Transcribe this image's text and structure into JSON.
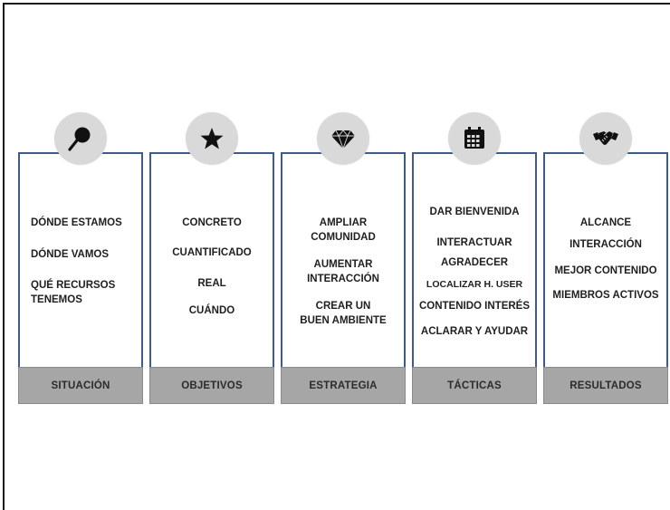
{
  "columns": [
    {
      "footer": "SITUACIÓN",
      "icon": "search-icon",
      "items": [
        "DÓNDE ESTAMOS",
        "DÓNDE VAMOS",
        "QUÉ RECURSOS",
        "TENEMOS"
      ]
    },
    {
      "footer": "OBJETIVOS",
      "icon": "star-icon",
      "items": [
        "CONCRETO",
        "CUANTIFICADO",
        "REAL",
        "CUÁNDO"
      ]
    },
    {
      "footer": "ESTRATEGIA",
      "icon": "diamond-icon",
      "items": [
        "AMPLIAR",
        "COMUNIDAD",
        "AUMENTAR",
        "INTERACCIÓN",
        "CREAR UN",
        "BUEN AMBIENTE"
      ]
    },
    {
      "footer": "TÁCTICAS",
      "icon": "calendar-icon",
      "items": [
        "DAR BIENVENIDA",
        "INTERACTUAR",
        "AGRADECER",
        "LOCALIZAR  H. USER",
        "CONTENIDO INTERÉS",
        "ACLARAR Y AYUDAR"
      ]
    },
    {
      "footer": "RESULTADOS",
      "icon": "handshake-icon",
      "items": [
        "ALCANCE",
        "INTERACCIÓN",
        "MEJOR CONTENIDO",
        "MIEMBROS ACTIVOS"
      ]
    }
  ]
}
